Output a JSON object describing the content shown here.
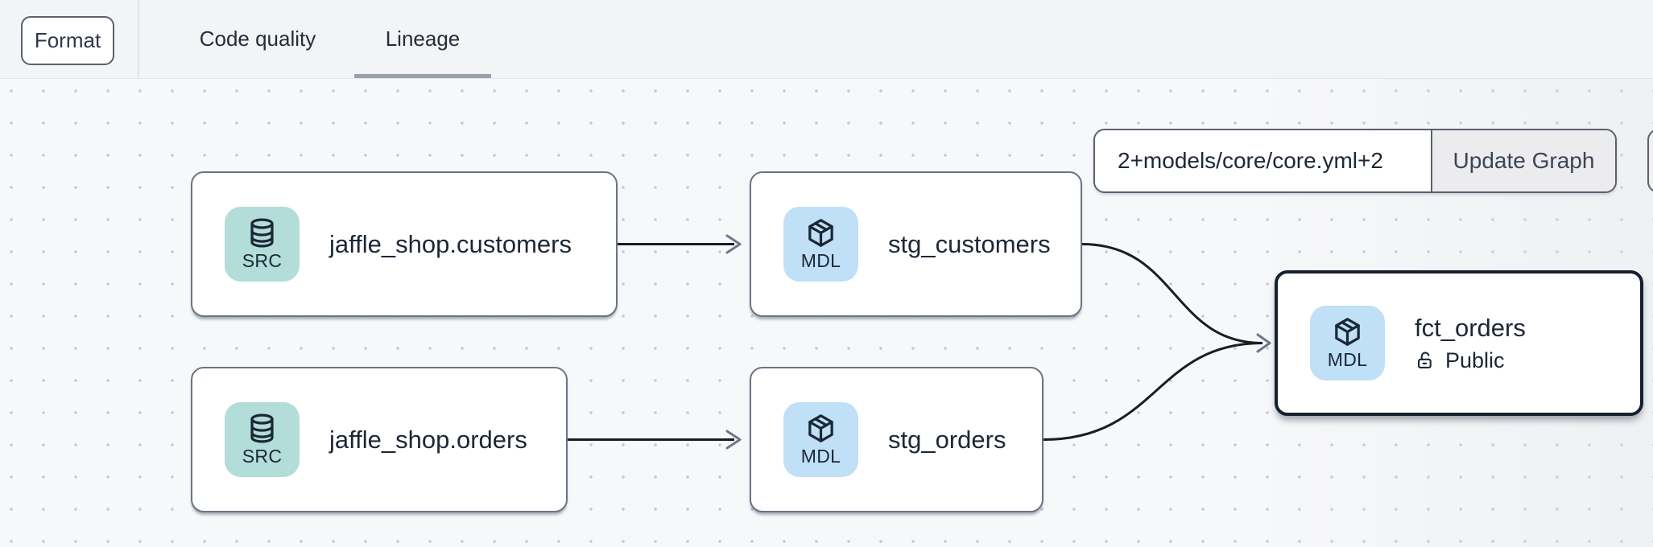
{
  "header": {
    "format_button": "Format",
    "tabs": [
      {
        "label": "Code quality",
        "active": false
      },
      {
        "label": "Lineage",
        "active": true
      }
    ]
  },
  "graph_controls": {
    "selector_value": "2+models/core/core.yml+2",
    "update_button": "Update Graph"
  },
  "lineage": {
    "nodes": [
      {
        "label": "jaffle_shop.customers",
        "badge": "SRC",
        "type": "source",
        "icon": "database"
      },
      {
        "label": "stg_customers",
        "badge": "MDL",
        "type": "model",
        "icon": "cube"
      },
      {
        "label": "jaffle_shop.orders",
        "badge": "SRC",
        "type": "source",
        "icon": "database"
      },
      {
        "label": "stg_orders",
        "badge": "MDL",
        "type": "model",
        "icon": "cube"
      },
      {
        "label": "fct_orders",
        "badge": "MDL",
        "type": "model",
        "icon": "cube",
        "access": "Public",
        "selected": true
      }
    ],
    "edges": [
      {
        "from": "jaffle_shop.customers",
        "to": "stg_customers"
      },
      {
        "from": "jaffle_shop.orders",
        "to": "stg_orders"
      },
      {
        "from": "stg_customers",
        "to": "fct_orders"
      },
      {
        "from": "stg_orders",
        "to": "fct_orders"
      }
    ]
  },
  "colors": {
    "source_badge_bg": "#b2ddd8",
    "model_badge_bg": "#bfe0f7",
    "node_border": "#6b7484",
    "selected_node_border": "#16202f",
    "edge_stroke": "#191d24",
    "arrowhead": "#6d7787",
    "tab_underline": "#99a1ae"
  }
}
